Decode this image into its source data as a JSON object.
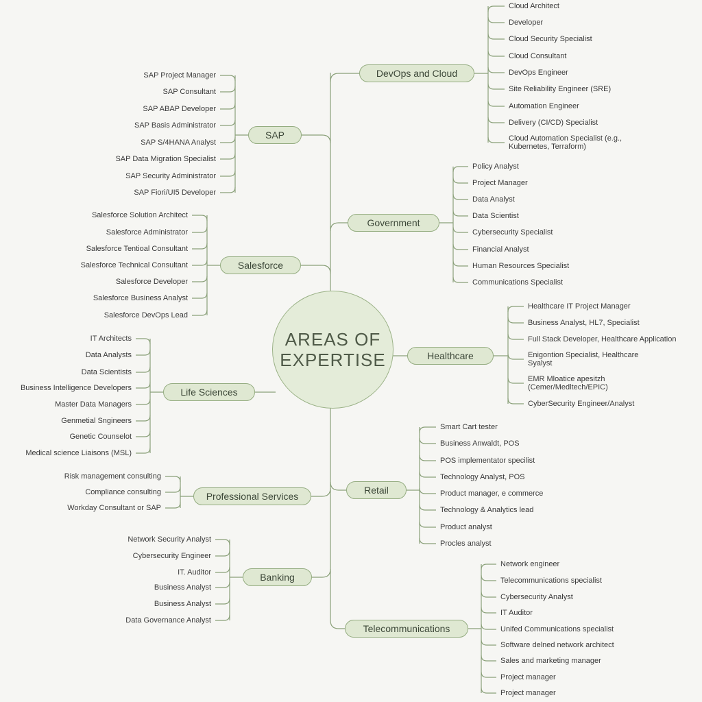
{
  "center": {
    "line1": "AREAS OF",
    "line2": "EXPERTISE"
  },
  "colors": {
    "background": "#f6f6f3",
    "node_fill": "#dfe8d2",
    "node_border": "#94ac80",
    "line": "#8aa079"
  },
  "branches": {
    "devops": {
      "label": "DevOps and Cloud",
      "items": [
        "Cloud Architect",
        "Developer",
        "Cloud Security Specialist",
        "Cloud Consultant",
        "DevOps Engineer",
        "Site Reliability Engineer (SRE)",
        "Automation Engineer",
        "Delivery (CI/CD) Specialist",
        "Cloud Automation Specialist (e.g., Kubernetes, Terraform)"
      ]
    },
    "sap": {
      "label": "SAP",
      "items": [
        "SAP Project Manager",
        "SAP Consultant",
        "SAP ABAP Developer",
        "SAP Basis Administrator",
        "SAP S/4HANA Analyst",
        "SAP Data Migration Specialist",
        "SAP Security Administrator",
        "SAP Fiori/UI5 Developer"
      ]
    },
    "government": {
      "label": "Government",
      "items": [
        "Policy Analyst",
        "Project Manager",
        "Data Analyst",
        "Data Scientist",
        "Cybersecurity Specialist",
        "Financial Analyst",
        "Human Resources Specialist",
        "Communications Specialist"
      ]
    },
    "salesforce": {
      "label": "Salesforce",
      "items": [
        "Salesforce Solution Architect",
        "Salesforce Administrator",
        "Salesforce Tentioal Consultant",
        "Salesforce Technical Consultant",
        "Salesforce Developer",
        "Salesforce Business Analyst",
        "Salesforce DevOps Lead"
      ]
    },
    "healthcare": {
      "label": "Healthcare",
      "items": [
        "Healthcare IT Project Manager",
        "Business Analyst, HL7, Specialist",
        "Full Stack Developer, Healthcare Application",
        "Enigontion Specialist, Healthcare Syalyst",
        "EMR Mloatice apesitzh (Cemer/Medltech/EPIC)",
        "CyberSecurity Engineer/Analyst"
      ]
    },
    "life_sciences": {
      "label": "Life Sciences",
      "items": [
        "IT Architects",
        "Data Analysts",
        "Data Scientists",
        "Business Intelligence Developers",
        "Master Data Managers",
        "Genmetial Sngineers",
        "Genetic Counselot",
        "Medical science Liaisons (MSL)"
      ]
    },
    "retail": {
      "label": "Retail",
      "items": [
        "Smart Cart tester",
        "Business Anwaldt, POS",
        "POS implementator specilist",
        "Technology Analyst, POS",
        "Product manager, e commerce",
        "Technology & Analytics lead",
        "Product analyst",
        "Procles analyst"
      ]
    },
    "professional": {
      "label": "Professional Services",
      "items": [
        "Risk management consulting",
        "Compliance consulting",
        "Workday Consultant or SAP"
      ]
    },
    "banking": {
      "label": "Banking",
      "items": [
        "Network Security Analyst",
        "Cybersecurity Engineer",
        "IT. Auditor",
        "Business Analyst",
        "Business Analyst",
        "Data Governance Analyst"
      ]
    },
    "telecom": {
      "label": "Telecommunications",
      "items": [
        "Network engineer",
        "Telecommunications specialist",
        "Cybersecurity Analyst",
        "IT Auditor",
        "Unifed Communications specialist",
        "Software delned network architect",
        "Sales and marketing manager",
        "Project manager",
        "Project manager"
      ]
    }
  }
}
